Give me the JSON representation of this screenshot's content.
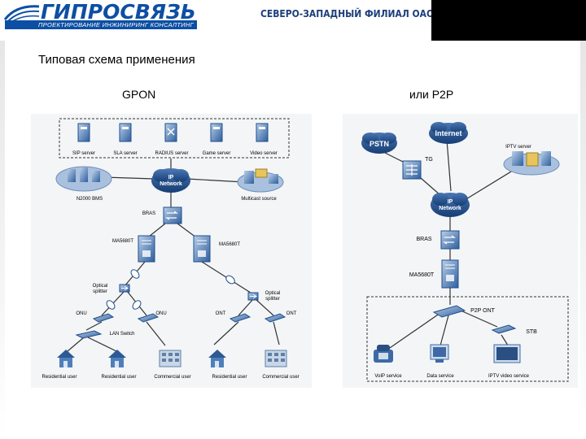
{
  "header": {
    "logo_text": "ГИПРОСВЯЗЬ",
    "logo_tagline": "ПРОЕКТИРОВАНИЕ ИНЖИНИРИНГ КОНСАЛТИНГ",
    "branch_title": "СЕВЕРО-ЗАПАДНЫЙ ФИЛИАЛ ОАО «ГИПРОСВЯЗЬ»"
  },
  "slide": {
    "title": "Типовая схема применения",
    "left_caption": "GPON",
    "right_caption": "или P2P"
  },
  "gpon": {
    "servers": [
      "SIP server",
      "SLA server",
      "RADIUS server",
      "Game server",
      "Video server"
    ],
    "bms": "N2000 BMS",
    "ip_network": [
      "IP",
      "Network"
    ],
    "multicast": "Multicast source",
    "bras": "BRAS",
    "olt_left": "MA5680T",
    "olt_right": "MA5680T",
    "splitter_left": [
      "Optical",
      "splitter"
    ],
    "splitter_right": [
      "Optical",
      "splitter"
    ],
    "onu_1": "ONU",
    "onu_2": "ONU",
    "ont_1": "ONT",
    "ont_2": "ONT",
    "lan_switch": "LAN Switch",
    "users": [
      "Residential user",
      "Residential user",
      "Commercial user",
      "Residential user",
      "Commercial user"
    ]
  },
  "p2p": {
    "pstn": "PSTN",
    "internet": "Internet",
    "iptv_server": "IPTV server",
    "tg": "TG",
    "ip_network": [
      "IP",
      "Network"
    ],
    "bras": "BRAS",
    "olt": "MA5680T",
    "ont": "P2P ONT",
    "stb": "STB",
    "services": [
      "VoIP service",
      "Data service",
      "IPTV video service"
    ]
  },
  "colors": {
    "brand_blue": "#0d4fa3",
    "node_blue": "#1e4e8c",
    "device_light": "#8fb2d8",
    "diagram_bg": "#f4f5f7"
  }
}
